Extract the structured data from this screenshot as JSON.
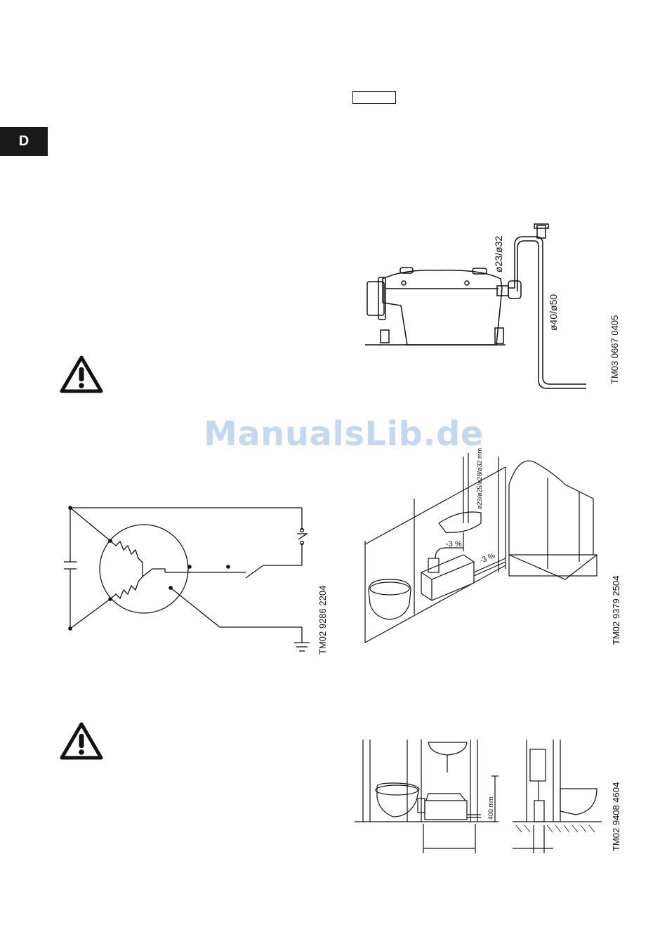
{
  "lang_tab": "D",
  "watermark": "ManualsLib.de",
  "figures": {
    "pump_side": {
      "code": "TM03 0667 0405",
      "dim_inlet": "ø23/ø32",
      "dim_outlet": "ø40/ø50"
    },
    "wiring": {
      "code": "TM02 9286 2204"
    },
    "bathroom": {
      "code": "TM02 9379 2504",
      "dim_pipes": "ø23/ø25/ø28/ø32 mm",
      "slope_1": "-3 %",
      "slope_2": "-3 %"
    },
    "sections": {
      "code": "TM02 9408 4604",
      "height": "400 mm"
    }
  },
  "colors": {
    "tab_bg": "#1a1a1a",
    "watermark": "#b9d3ef",
    "line": "#111111"
  }
}
